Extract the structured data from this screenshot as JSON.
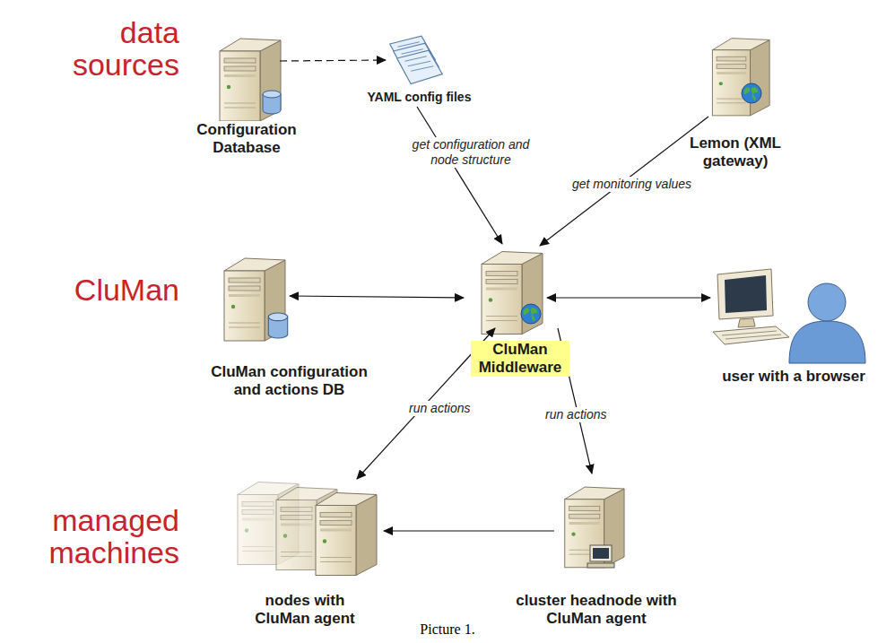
{
  "diagram": {
    "caption": "Picture 1.",
    "nodes": [
      {
        "text": [
          "Configuration Database"
        ]
      },
      {
        "text": [
          "YAML config files"
        ]
      },
      {
        "text": [
          "Lemon (XML gateway)"
        ]
      },
      {
        "text": [
          "CluMan configuration and actions DB"
        ]
      },
      {
        "text": [
          "CluMan Middleware"
        ]
      },
      {
        "text": [
          "user with a browser"
        ]
      },
      {
        "text": [
          "nodes with CluMan agent"
        ]
      },
      {
        "text": [
          "cluster headnode with CluMan agent"
        ]
      }
    ],
    "edges": [
      {
        "from": 0,
        "to": 1,
        "arrow": "to"
      },
      {
        "from": 1,
        "to": 4,
        "label": "get configuration and node structure",
        "arrow": "to"
      },
      {
        "from": 2,
        "to": 4,
        "label": "get monitoring values",
        "arrow": "to"
      },
      {
        "from": 3,
        "to": 4,
        "arrow": "both"
      },
      {
        "from": 4,
        "to": 5,
        "arrow": "both"
      },
      {
        "from": 4,
        "to": 6,
        "label": "run actions",
        "arrow": "both"
      },
      {
        "from": 4,
        "to": 7,
        "label": "run actions",
        "arrow": "to"
      },
      {
        "from": 7,
        "to": 6,
        "arrow": "to"
      }
    ],
    "labels": [
      "data sources",
      "CluMan",
      "managed machines"
    ]
  }
}
